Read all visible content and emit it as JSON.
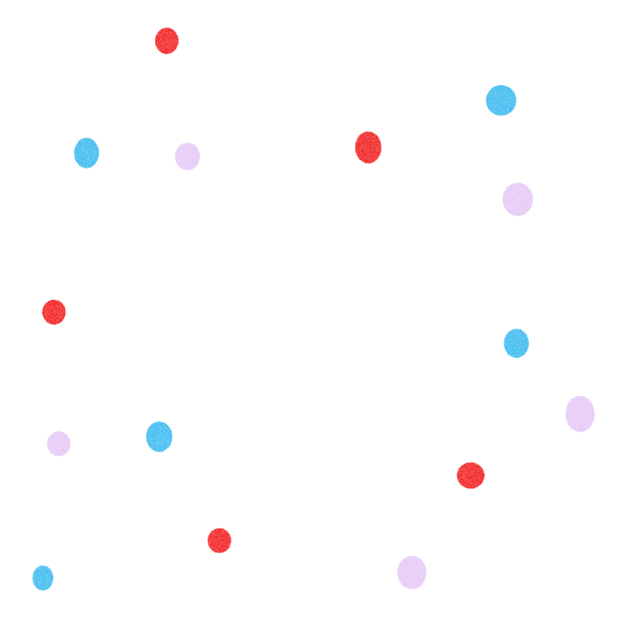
{
  "palette": {
    "red": "#f22222",
    "blue": "#3dbbf0",
    "lavender": "#e6c8f6"
  },
  "dots": [
    {
      "color": "red"
    },
    {
      "color": "blue"
    },
    {
      "color": "blue"
    },
    {
      "color": "lavender"
    },
    {
      "color": "red"
    },
    {
      "color": "lavender"
    },
    {
      "color": "red"
    },
    {
      "color": "blue"
    },
    {
      "color": "lavender"
    },
    {
      "color": "lavender"
    },
    {
      "color": "blue"
    },
    {
      "color": "red"
    },
    {
      "color": "red"
    },
    {
      "color": "blue"
    },
    {
      "color": "lavender"
    }
  ]
}
